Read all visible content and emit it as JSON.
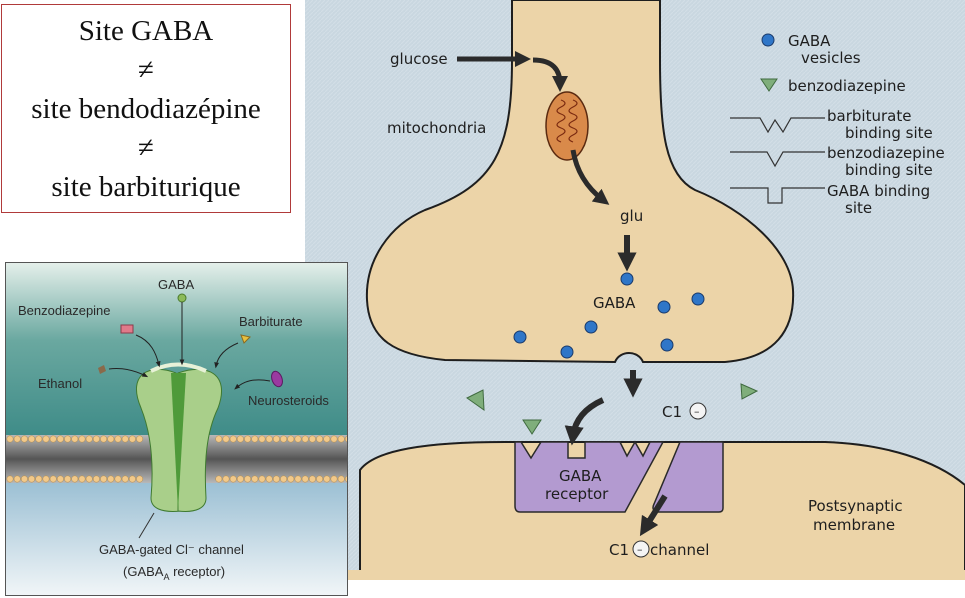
{
  "text_box": {
    "lines": [
      "Site GABA",
      "≠",
      "site bendodiazépine",
      "≠",
      "site barbiturique"
    ]
  },
  "synapse_diagram": {
    "labels": {
      "glucose": "glucose",
      "mitochondria": "mitochondria",
      "glu": "glu",
      "gaba": "GABA",
      "cl_ion": "C1",
      "receptor_line1": "GABA",
      "receptor_line2": "receptor",
      "channel_prefix": "C1",
      "channel_suffix": "channel",
      "postsynaptic_line1": "Postsynaptic",
      "postsynaptic_line2": "membrane",
      "minus_sign": "–"
    },
    "legend": {
      "vesicles_line1": "GABA",
      "vesicles_line2": "vesicles",
      "benzodiazepine": "benzodiazepine",
      "barbiturate_line1": "barbiturate",
      "barbiturate_line2": "binding site",
      "benzo_site_line1": "benzodiazepine",
      "benzo_site_line2": "binding site",
      "gaba_site_line1": "GABA binding",
      "gaba_site_line2": "site"
    },
    "colors": {
      "extracellular": "#c9d7e0",
      "cytoplasm": "#ecd4a8",
      "vesicle": "#2f76c8",
      "benzodiazepine": "#7fae7b",
      "receptor": "#b39ad0",
      "mitochondria": "#d98a4a"
    }
  },
  "receptor_diagram": {
    "labels": {
      "gaba": "GABA",
      "benzodiazepine": "Benzodiazepine",
      "barbiturate": "Barbiturate",
      "ethanol": "Ethanol",
      "neurosteroids": "Neurosteroids",
      "caption_line1": "GABA-gated Cl⁻ channel",
      "caption_line2_pre": "(GABA",
      "caption_line2_sub": "A",
      "caption_line2_post": " receptor)"
    },
    "colors": {
      "channel": "#a9cf8a",
      "channel_dark": "#4f9a3a",
      "lipid_head": "#f2c98a",
      "upper_bg": "#4e9a92",
      "lower_bg": "#a8c8da"
    }
  }
}
